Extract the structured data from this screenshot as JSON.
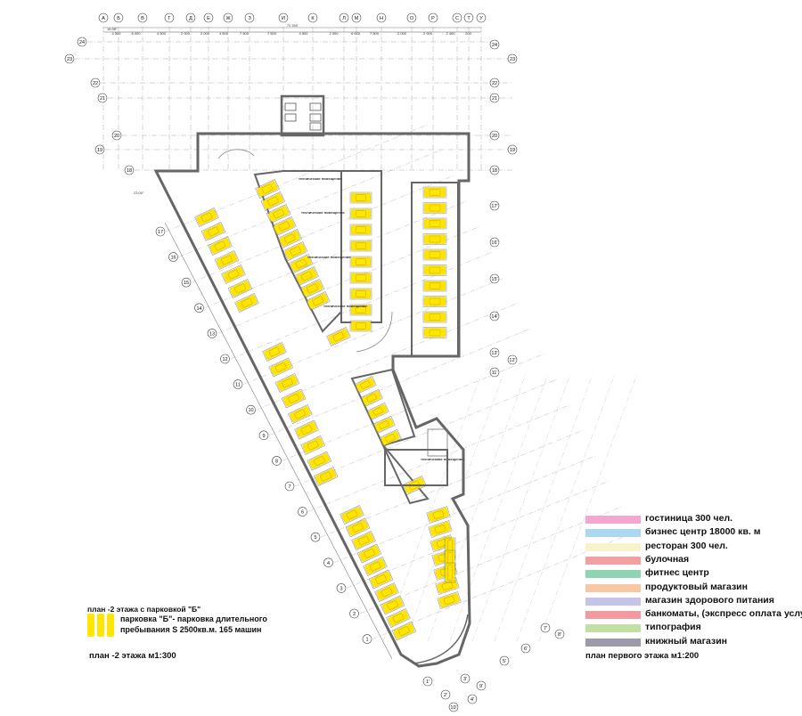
{
  "grid": {
    "top_letters": [
      "А",
      "Б",
      "В",
      "Г",
      "Д",
      "Е",
      "Ж",
      "З",
      "И",
      "К",
      "Л",
      "М",
      "Н",
      "О",
      "Р",
      "С",
      "Т",
      "У"
    ],
    "left_numbers": [
      "24",
      "23",
      "22",
      "21",
      "20",
      "19",
      "18",
      "17",
      "16",
      "15",
      "14",
      "13",
      "12",
      "11",
      "10",
      "9",
      "8",
      "7",
      "6",
      "5",
      "4",
      "3",
      "2",
      "1"
    ],
    "right_numbers": [
      "24",
      "23",
      "22",
      "21",
      "20",
      "19",
      "18",
      "17'",
      "16'",
      "15'",
      "14'",
      "13'",
      "12'",
      "11'"
    ],
    "bottom_labels": [
      "1'",
      "2'",
      "3'",
      "4'",
      "5'",
      "6'",
      "7'",
      "8'",
      "9'",
      "10'"
    ],
    "top_dims": [
      "4 500",
      "8 000",
      "4 500",
      "2 000",
      "2 000",
      "4 500",
      "7 500",
      "7 500",
      "4 500",
      "2 000",
      "6 000",
      "7 500",
      "2 000",
      "2 000",
      "2 400",
      "200"
    ],
    "overall_dim": "70 300",
    "angle_top": "16.98°",
    "angle_left": "23.00°"
  },
  "rooms": {
    "tech_room_label": "технические помещения"
  },
  "legend": {
    "items": [
      {
        "label": "гостиница 300 чел.",
        "color": "#f4a6cf"
      },
      {
        "label": "бизнес центр 18000 кв. м",
        "color": "#a9d8ef"
      },
      {
        "label": "ресторан 300 чел.",
        "color": "#f7f4cc"
      },
      {
        "label": "булочная",
        "color": "#f5a0a0"
      },
      {
        "label": "фитнес центр",
        "color": "#8fd4b0"
      },
      {
        "label": "продуктовый магазин",
        "color": "#f7c9a3"
      },
      {
        "label": "магазин здорового питания",
        "color": "#c6c3ea"
      },
      {
        "label": "банкоматы, (экспресс оплата услуг",
        "color": "#f29aa0"
      },
      {
        "label": "типография",
        "color": "#c2e0a4"
      },
      {
        "label": "книжный магазин",
        "color": "#9c9aa8"
      }
    ]
  },
  "caption": {
    "title": "план -2 этажа с парковкой \"Б\"",
    "desc_line1": "парковка \"Б\"- парковка длительного",
    "desc_line2": "пребывания S 2500кв.м. 165 машин",
    "scale_left": "план -2 этажа  м1:300",
    "scale_right": "план первого этажа  м1:200",
    "car_color": "#ffe500"
  }
}
